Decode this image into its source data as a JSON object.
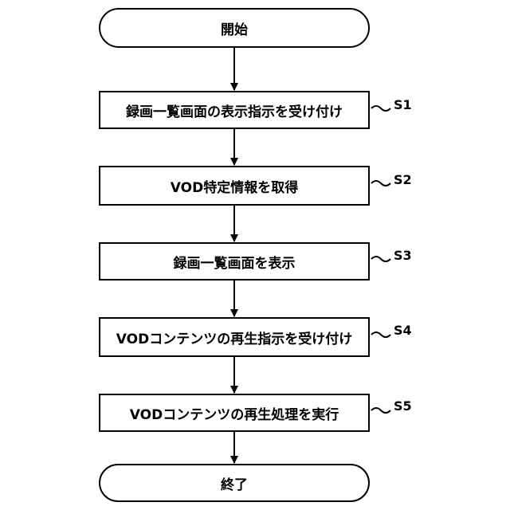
{
  "flowchart": {
    "start": "開始",
    "end": "終了",
    "steps": [
      {
        "id": "S1",
        "text": "録画一覧画面の表示指示を受け付け"
      },
      {
        "id": "S2",
        "text": "VOD特定情報を取得"
      },
      {
        "id": "S3",
        "text": "録画一覧画面を表示"
      },
      {
        "id": "S4",
        "text": "VODコンテンツの再生指示を受け付け"
      },
      {
        "id": "S5",
        "text": "VODコンテンツの再生処理を実行"
      }
    ]
  }
}
